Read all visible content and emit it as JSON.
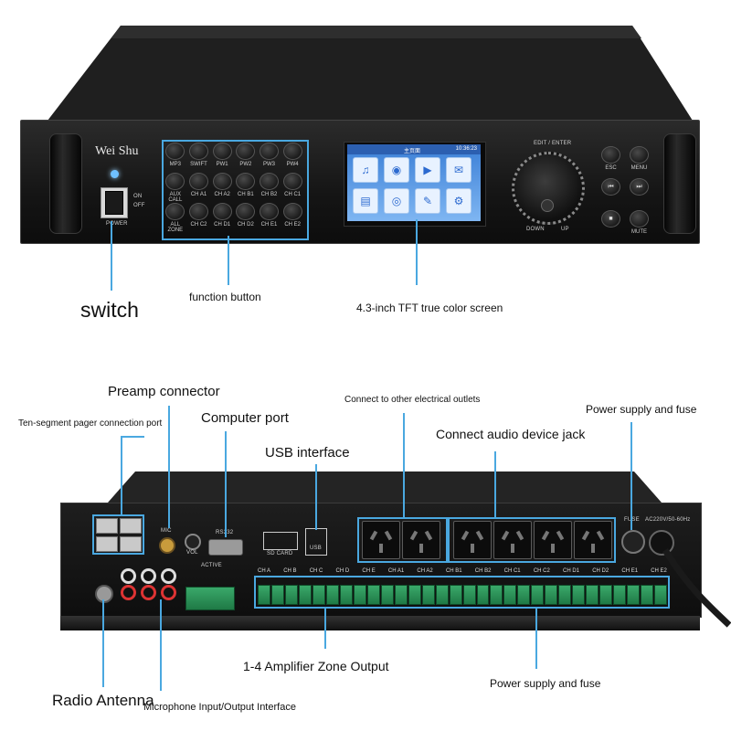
{
  "front": {
    "brand": "Wei Shu",
    "power_on": "ON",
    "power_off": "OFF",
    "power_label": "POWER",
    "function_buttons": [
      "MP3",
      "SWIFT",
      "PW1",
      "PW2",
      "PW3",
      "PW4",
      "AUX CALL",
      "CH A1",
      "CH A2",
      "CH B1",
      "CH B2",
      "CH C1",
      "ALL ZONE",
      "CH C2",
      "CH D1",
      "CH D2",
      "CH E1",
      "CH E2"
    ],
    "screen": {
      "header_left": "主页面",
      "time": "10:36:23",
      "icons": [
        "music-icon",
        "media-icon",
        "video-icon",
        "radio-icon",
        "document-icon",
        "camera-icon",
        "edit-icon",
        "settings-icon"
      ]
    },
    "knob_top": "EDIT / ENTER",
    "knob_down": "DOWN",
    "knob_up": "UP",
    "nav_buttons": [
      {
        "label": "ESC",
        "icon": "esc-icon"
      },
      {
        "label": "MENU",
        "icon": "menu-icon"
      },
      {
        "label": "",
        "icon": "previous-icon",
        "glyph": "⏮"
      },
      {
        "label": "",
        "icon": "next-icon",
        "glyph": "⏭"
      },
      {
        "label": "",
        "icon": "stop-icon",
        "glyph": "■"
      },
      {
        "label": "MUTE",
        "icon": "mute-icon"
      }
    ]
  },
  "callouts": {
    "switch": "switch",
    "function_button": "function button",
    "screen": "4.3-inch TFT true color screen",
    "preamp": "Preamp connector",
    "pager": "Ten-segment pager connection port",
    "computer": "Computer port",
    "usb": "USB interface",
    "outlets": "Connect to other electrical outlets",
    "power_fuse_top": "Power supply and fuse",
    "audio_jack": "Connect audio device jack",
    "zone_output": "1-4 Amplifier Zone Output",
    "power_fuse_bottom": "Power supply and fuse",
    "radio": "Radio Antenna",
    "mic": "Microphone Input/Output Interface"
  },
  "rear": {
    "terminal_labels": [
      "CH A",
      "CH B",
      "CH C",
      "CH D",
      "CH E",
      "CH A1",
      "CH A2",
      "CH B1",
      "CH B2",
      "CH C1",
      "CH C2",
      "CH D1",
      "CH D2",
      "CH E1",
      "CH E2"
    ],
    "ports": {
      "mic": "MIC",
      "vol": "VOL",
      "rs232": "RS232",
      "sd": "SD CARD",
      "usb": "USB",
      "fuse": "FUSE",
      "ac": "AC220V/50-60Hz",
      "active": "ACTIVE"
    }
  },
  "colors": {
    "accent": "#4aa8e0",
    "panel": "#151515",
    "terminal": "#2f9a5c"
  }
}
